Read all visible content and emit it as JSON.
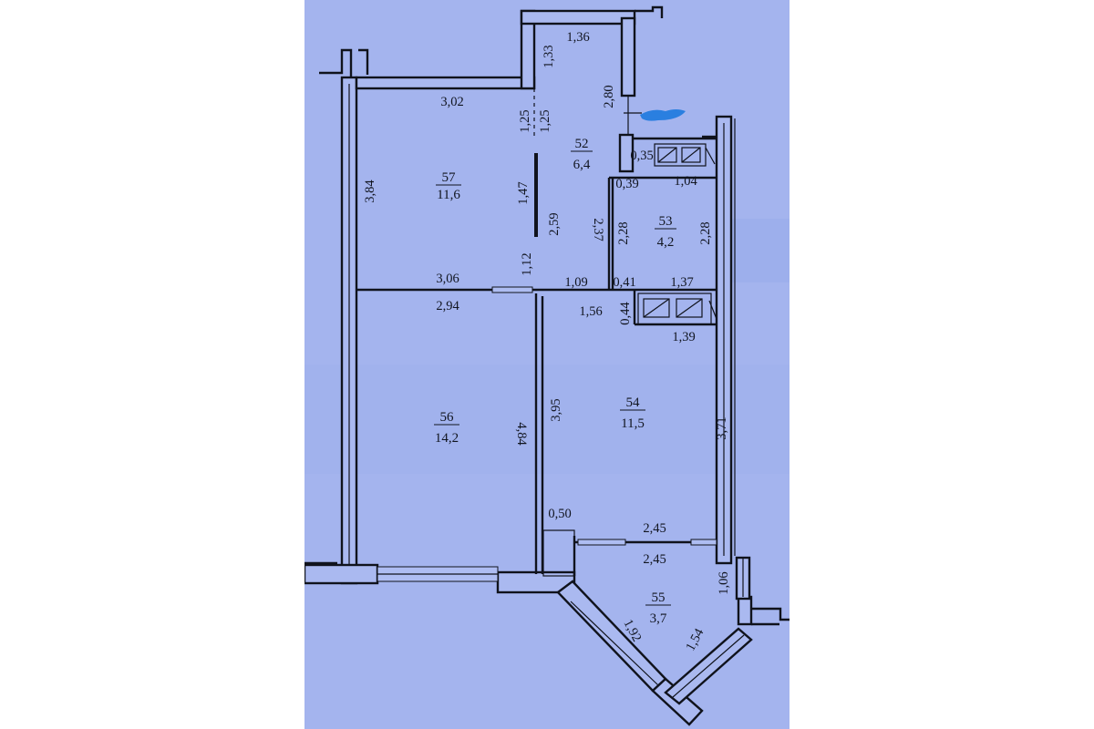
{
  "rooms": [
    {
      "number": "57",
      "area": "11,6"
    },
    {
      "number": "52",
      "area": "6,4"
    },
    {
      "number": "53",
      "area": "4,2"
    },
    {
      "number": "56",
      "area": "14,2"
    },
    {
      "number": "54",
      "area": "11,5"
    },
    {
      "number": "55",
      "area": "3,7"
    }
  ],
  "dimensions": {
    "d_136": "1,36",
    "d_133": "1,33",
    "d_302": "3,02",
    "d_280": "2,80",
    "d_125a": "1,25",
    "d_125b": "1,25",
    "d_035": "0,35",
    "d_384": "3,84",
    "d_147": "1,47",
    "d_259": "2,59",
    "d_039": "0,39",
    "d_104": "1,04",
    "d_237": "2,37",
    "d_228a": "2,28",
    "d_228b": "2,28",
    "d_112": "1,12",
    "d_306": "3,06",
    "d_109": "1,09",
    "d_041": "0,41",
    "d_137": "1,37",
    "d_294": "2,94",
    "d_156": "1,56",
    "d_044": "0,44",
    "d_139": "1,39",
    "d_484": "4,84",
    "d_395": "3,95",
    "d_371": "3,71",
    "d_050": "0,50",
    "d_245a": "2,45",
    "d_245b": "2,45",
    "d_106": "1,06",
    "d_192": "1,92",
    "d_154": "1,54"
  },
  "colors": {
    "paper": "#a4b4ee",
    "ink": "#10131c",
    "marker": "#2a7fe0"
  }
}
